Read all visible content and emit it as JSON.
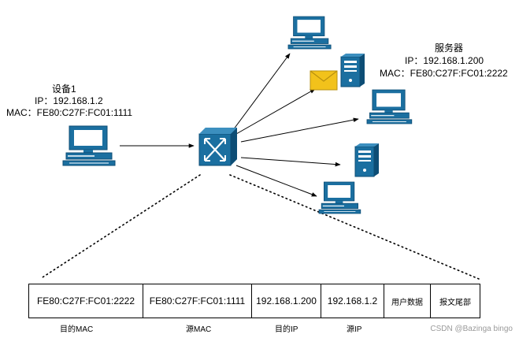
{
  "source_device": {
    "name": "设备1",
    "ip": "IP：192.168.1.2",
    "mac": "MAC：FE80:C27F:FC01:1111"
  },
  "server": {
    "name": "服务器",
    "ip": "IP：192.168.1.200",
    "mac": "MAC：FE80:C27F:FC01:2222"
  },
  "frame": {
    "fields": [
      {
        "value": "FE80:C27F:FC01:2222",
        "caption": "目的MAC"
      },
      {
        "value": "FE80:C27F:FC01:1111",
        "caption": "源MAC"
      },
      {
        "value": "192.168.1.200",
        "caption": "目的IP"
      },
      {
        "value": "192.168.1.2",
        "caption": "源IP"
      },
      {
        "value": "用户数据",
        "caption": ""
      },
      {
        "value": "报文尾部",
        "caption": ""
      }
    ]
  },
  "watermark": "CSDN @Bazinga bingo",
  "colors": {
    "device": "#1b6fa0",
    "device_dark": "#0d4d75",
    "screen": "#ffffff",
    "envelope": "#f2c21b"
  },
  "icons": [
    "computer-icon",
    "server-icon",
    "switch-icon",
    "envelope-icon"
  ]
}
